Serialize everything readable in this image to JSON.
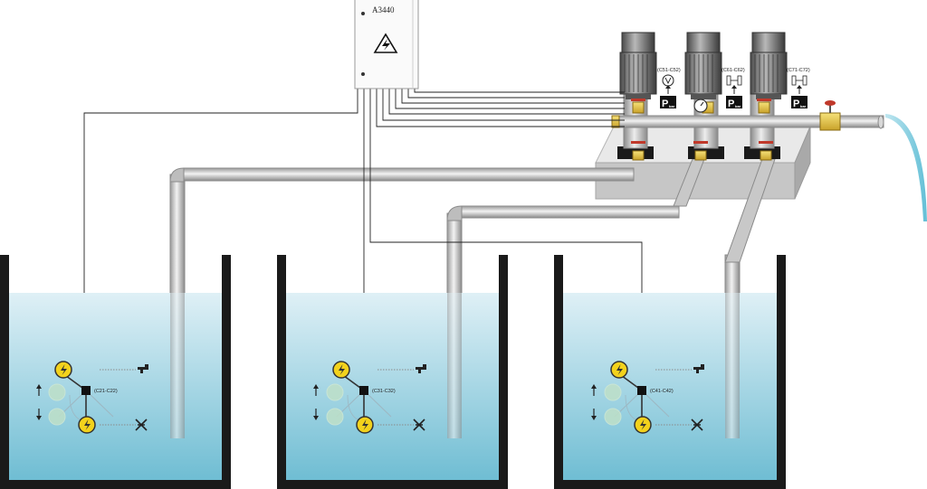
{
  "controller": {
    "label": "A3440",
    "icon": "high-voltage-icon"
  },
  "tanks": [
    {
      "sensor_label": "(C21-C22)"
    },
    {
      "sensor_label": "(C31-C32)"
    },
    {
      "sensor_label": "(C41-C42)"
    }
  ],
  "pumps": [
    {
      "sensor_label": "(C51-C52)",
      "sensor_icon": "flow-switch-icon"
    },
    {
      "sensor_label": "(C61-C62)",
      "sensor_icon": "pressure-switch-icon"
    },
    {
      "sensor_label": "(C71-C72)",
      "sensor_icon": "pressure-switch-icon"
    }
  ],
  "pressure_box": {
    "letter": "P",
    "unit": "bar"
  },
  "gauge_icon": "pressure-gauge-icon",
  "float_icons": {
    "top": "tap-icon",
    "bottom": "dry-run-icon",
    "switch": "lightning-icon"
  },
  "colors": {
    "water_top": "#dff0f6",
    "water_bottom": "#6fbdd3",
    "tank_wall": "#1a1a1a",
    "pipe": "#c8c8c8",
    "valve_handle": "#c0392b",
    "float_switch": "#f3d21c",
    "outflow": "#8fd2e3"
  }
}
